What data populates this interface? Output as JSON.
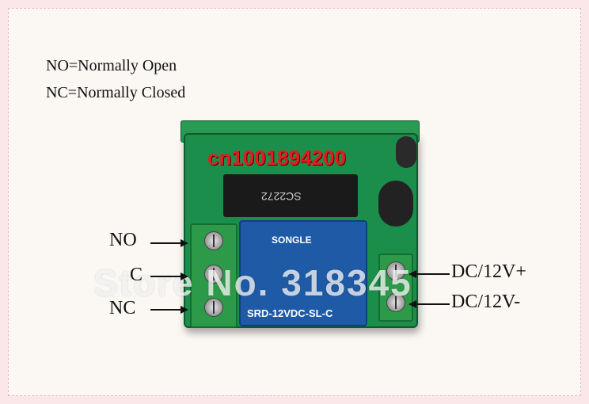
{
  "legend": {
    "line1": "NO=Normally Open",
    "line2": "NC=Normally Closed"
  },
  "watermarks": {
    "seller_id": "cn1001894200",
    "store": "Store No. 318345"
  },
  "chip": {
    "marking": "SC2272"
  },
  "relay": {
    "brand": "SONGLE",
    "model": "SRD-12VDC-SL-C"
  },
  "pins_left": [
    {
      "label": "NO"
    },
    {
      "label": "C"
    },
    {
      "label": "NC"
    }
  ],
  "pins_right": [
    {
      "label": "DC/12V+"
    },
    {
      "label": "DC/12V-"
    }
  ],
  "colors": {
    "board": "#1c8e4c",
    "relay": "#1e5aa6",
    "watermark_red": "#e21d1d"
  }
}
